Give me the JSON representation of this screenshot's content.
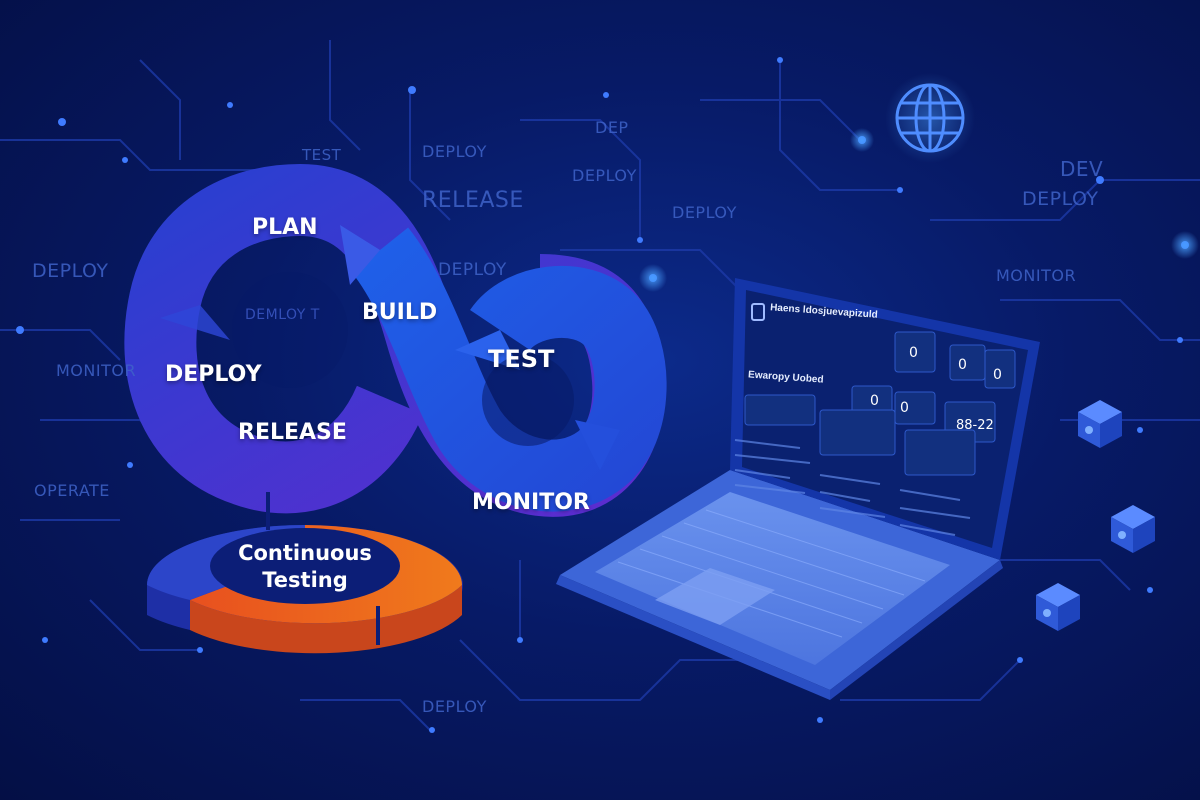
{
  "background_words": [
    "DEPLOY",
    "TEST",
    "DEPLOY",
    "DEP",
    "DEPLOY",
    "RELEASE",
    "DEPLOY",
    "DEPLOY",
    "DEV",
    "DEPLOY",
    "MONITOR",
    "MONITOR",
    "OPERATE",
    "DEPLOY"
  ],
  "loop": {
    "plan": "PLAN",
    "build": "BUILD",
    "test": "TEST",
    "deploy": "DEPLOY",
    "release": "RELEASE",
    "monitor": "MONITOR",
    "center": "DEMLOY T"
  },
  "continuous_testing": {
    "line1": "Continuous",
    "line2": "Testing"
  },
  "laptop": {
    "title": "Haens ldosjuevapizuld",
    "heading": "Ewaropy Uobed",
    "stat_values": [
      "0",
      "0",
      "0",
      "0",
      "0",
      "88-22"
    ]
  },
  "colors": {
    "background": "#071a66",
    "loop_blue": "#2b4fe0",
    "loop_purple": "#5b2fd6",
    "ring_orange": "#f26a1b",
    "ring_blue": "#2c45c9",
    "screen": "#0a2170"
  },
  "icons": [
    "globe-icon",
    "cube-icon",
    "cube-icon",
    "cube-icon"
  ]
}
